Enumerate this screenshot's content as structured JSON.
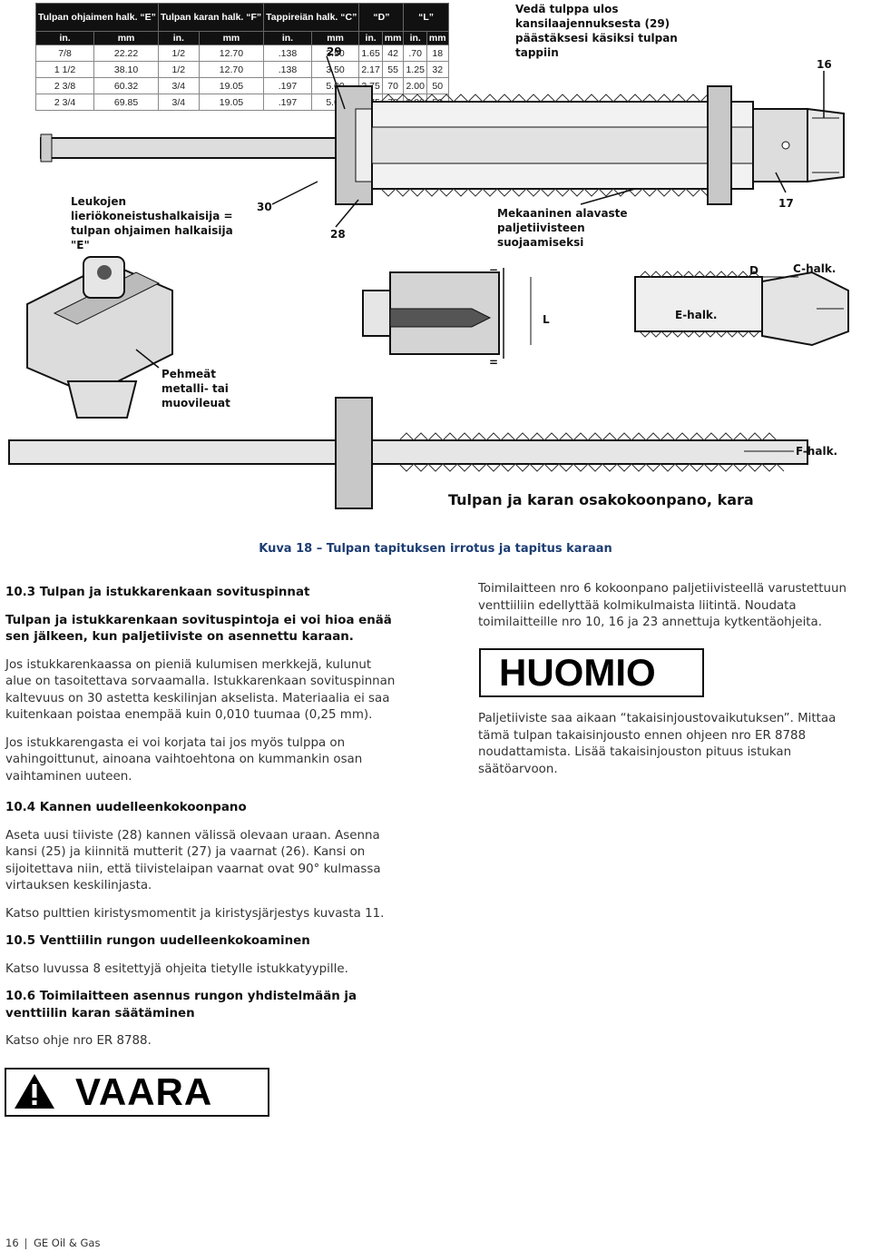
{
  "figure": {
    "table": {
      "headers": [
        "Tulpan ohjaimen halk. “E”",
        "Tulpan karan halk. “F”",
        "Tappireiän halk. “C”",
        "“D”",
        "“L”"
      ],
      "units": [
        "in.",
        "mm",
        "in.",
        "mm",
        "in.",
        "mm",
        "in.",
        "mm",
        "in.",
        "mm"
      ],
      "rows": [
        [
          "7/8",
          "22.22",
          "1/2",
          "12.70",
          ".138",
          "3.50",
          "1.65",
          "42",
          ".70",
          "18"
        ],
        [
          "1 1/2",
          "38.10",
          "1/2",
          "12.70",
          ".138",
          "3.50",
          "2.17",
          "55",
          "1.25",
          "32"
        ],
        [
          "2 3/8",
          "60.32",
          "3/4",
          "19.05",
          ".197",
          "5.00",
          "2.75",
          "70",
          "2.00",
          "50"
        ],
        [
          "2 3/4",
          "69.85",
          "3/4",
          "19.05",
          ".197",
          "5.00",
          "2.75",
          "70",
          "2.00",
          "50"
        ]
      ]
    },
    "callouts": {
      "top_right": "Vedä tulppa ulos kansilaajennuksesta (29) päästäksesi käsiksi tulpan tappiin",
      "leukojen": "Leukojen lieriökoneistushalkaisija = tulpan ohjaimen halkaisija \"E\"",
      "mekaaninen": "Mekaaninen alavaste paljetiivisteen suojaamiseksi",
      "pehmeat": "Pehmeät metalli- tai muovileuat",
      "assembly_title": "Tulpan ja karan osakokoonpano, kara"
    },
    "labels": {
      "n29": "29",
      "n16": "16",
      "n30": "30",
      "n28": "28",
      "n17": "17",
      "d": "D",
      "c_halk": "C-halk.",
      "e_halk": "E-halk.",
      "l": "L",
      "eq1": "=",
      "eq2": "=",
      "f_halk": "F-halk."
    },
    "caption": "Kuva 18 – Tulpan tapituksen irrotus ja tapitus karaan"
  },
  "left_column": {
    "s103_heading": "10.3  Tulpan ja istukkarenkaan sovituspinnat",
    "s103_bold": "Tulpan ja istukkarenkaan sovituspintoja ei voi hioa enää sen jälkeen, kun paljetiiviste on asennettu karaan.",
    "s103_p1": "Jos istukkarenkaassa on pieniä kulumisen merkkejä, kulunut alue on tasoitettava sorvaamalla. Istukkarenkaan sovituspinnan kaltevuus on 30 astetta keskilinjan akselista. Materiaalia ei saa kuitenkaan poistaa enempää kuin 0,010 tuumaa (0,25 mm).",
    "s103_p2": "Jos istukkarengasta ei voi korjata tai jos myös tulppa on vahingoittunut, ainoana vaihtoehtona on kummankin osan vaihtaminen uuteen.",
    "s104_heading": "10.4  Kannen uudelleenkokoonpano",
    "s104_p1": "Aseta uusi tiiviste (28) kannen välissä olevaan uraan. Asenna kansi (25) ja kiinnitä mutterit (27) ja vaarnat (26). Kansi on sijoitettava niin, että tiivistelaipan vaarnat ovat 90° kulmassa virtauksen keskilinjasta.",
    "s104_p2": "Katso pulttien kiristysmomentit ja kiristysjärjestys kuvasta 11.",
    "s105_heading": "10.5  Venttiilin rungon uudelleenkokoaminen",
    "s105_p1": "Katso luvussa 8 esitettyjä ohjeita tietylle istukkatyypille.",
    "s106_heading": "10.6  Toimilaitteen asennus rungon yhdistelmään ja venttiilin karan säätäminen",
    "s106_p1": "Katso ohje nro ER 8788.",
    "vaara": "VAARA"
  },
  "right_column": {
    "p1": "Toimilaitteen nro 6 kokoonpano paljetiivisteellä varustettuun venttiiliin edellyttää kolmikulmaista liitintä. Noudata toimilaitteille nro 10, 16 ja 23 annettuja kytkentäohjeita.",
    "huomio": "HUOMIO",
    "p2": "Paljetiiviste saa aikaan “takaisinjoustovaikutuksen”. Mittaa tämä tulpan takaisinjousto ennen ohjeen nro ER 8788 noudattamista. Lisää takaisinjouston pituus istukan säätöarvoon."
  },
  "footer": {
    "page": "16",
    "company": "GE Oil & Gas"
  }
}
